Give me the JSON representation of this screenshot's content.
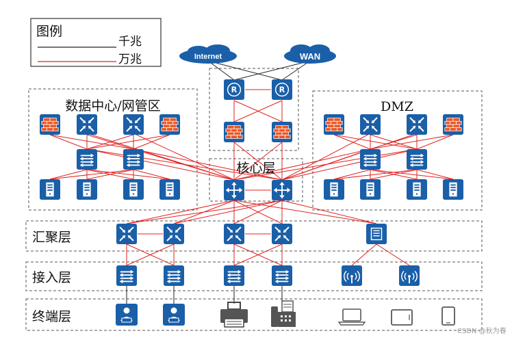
{
  "legend": {
    "title": "图例",
    "items": [
      {
        "label": "千兆",
        "color": "#222222"
      },
      {
        "label": "万兆",
        "color": "#e02020"
      }
    ]
  },
  "clouds": [
    {
      "id": "internet",
      "label": "Internet"
    },
    {
      "id": "wan",
      "label": "WAN"
    }
  ],
  "zones": {
    "datacenter": "数据中心/网管区",
    "dmz": "DMZ",
    "core": "核心层",
    "aggregation": "汇聚层",
    "access": "接入层",
    "terminal": "终端层"
  },
  "colors": {
    "device_blue": "#1a5fa8",
    "link_red": "#e02020",
    "link_black": "#222222",
    "dash_border": "#555555",
    "terminal_gray": "#555555"
  },
  "watermark": "CSDN @秋为春"
}
